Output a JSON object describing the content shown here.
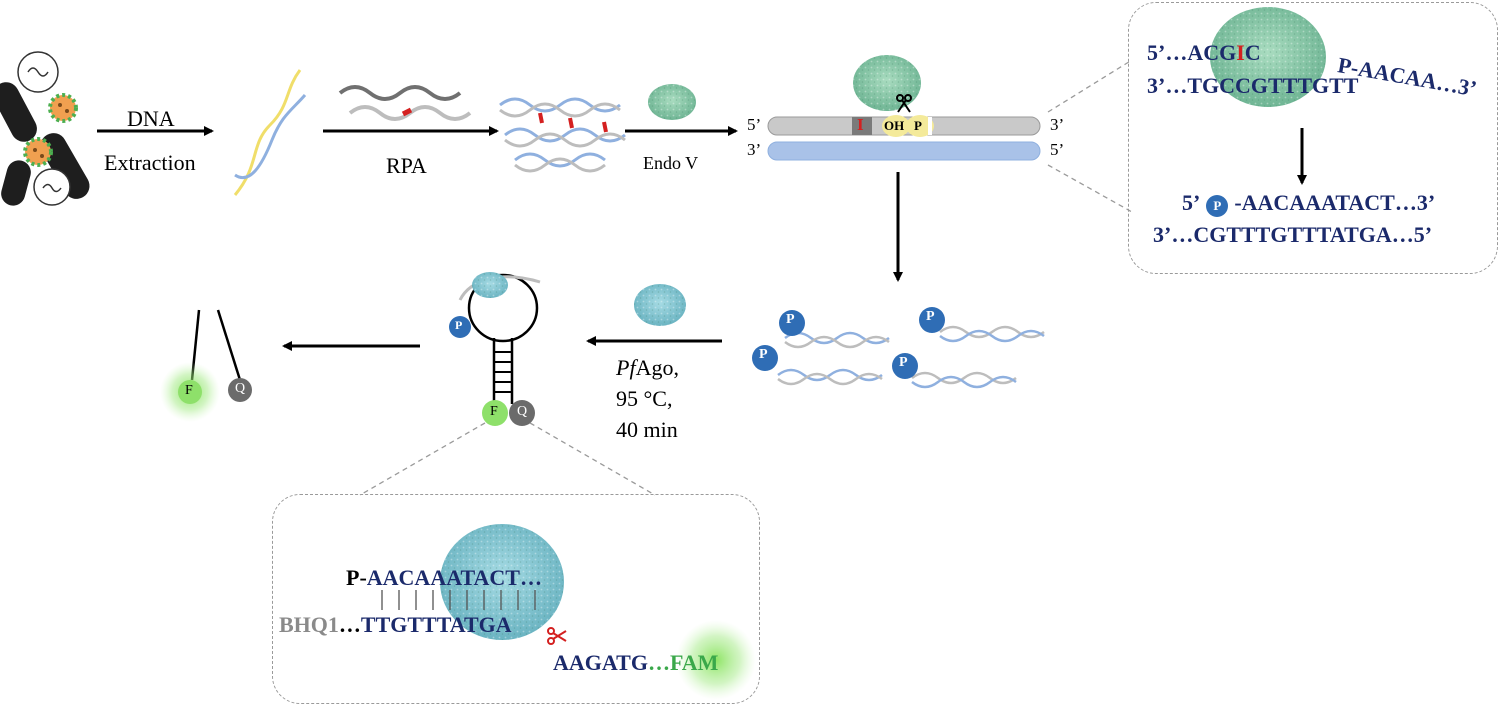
{
  "steps": {
    "dna_extraction": [
      "DNA",
      "Extraction"
    ],
    "rpa": "RPA",
    "endo_v": "Endo V",
    "pfago": {
      "italic": "Pf",
      "rest": "Ago,",
      "temp": "95 °C,",
      "time": "40 min"
    }
  },
  "duplex": {
    "top_left": "5’",
    "top_right": "3’",
    "bottom_left": "3’",
    "bottom_right": "5’",
    "inosine": "I",
    "oh": "OH",
    "p": "P"
  },
  "inset_top": {
    "line1_prefix": "5’…ACG",
    "line1_inosine": "I",
    "line1_suffix": "C",
    "line1_right": "P-AACAA…3’",
    "line2": "3’…TGCCGTTTGTT",
    "res1_prefix": "5’",
    "res1_p": "P",
    "res1_suffix": "-AACAAATACT…3’",
    "res2": "3’…CGTTTGTTTATGA…5’"
  },
  "products_p": "P",
  "beacon": {
    "p": "P",
    "f": "F",
    "q": "Q"
  },
  "result": {
    "f": "F",
    "q": "Q"
  },
  "inset_bottom": {
    "line1_p": "P-",
    "line1_seq": "AACAAATACT…",
    "line2_bhq": "BHQ1",
    "line2_dots": "…",
    "line2_seq": "TTGTTTATGA",
    "line3_seq": "AAGATG",
    "line3_dots": "…",
    "line3_fam": "FAM"
  },
  "colors": {
    "navy": "#1b2a6b",
    "blue_strand": "#8fb0df",
    "grey_strand": "#bdbdbd",
    "yellow_strand": "#f0de6a",
    "protein_green": "#8fc9a8",
    "protein_cyan": "#7ec3cf",
    "p_circle": "#2f6db5",
    "fluor_green": "#8ee06a",
    "quencher_grey": "#6b6b6b",
    "red": "#d42020"
  }
}
